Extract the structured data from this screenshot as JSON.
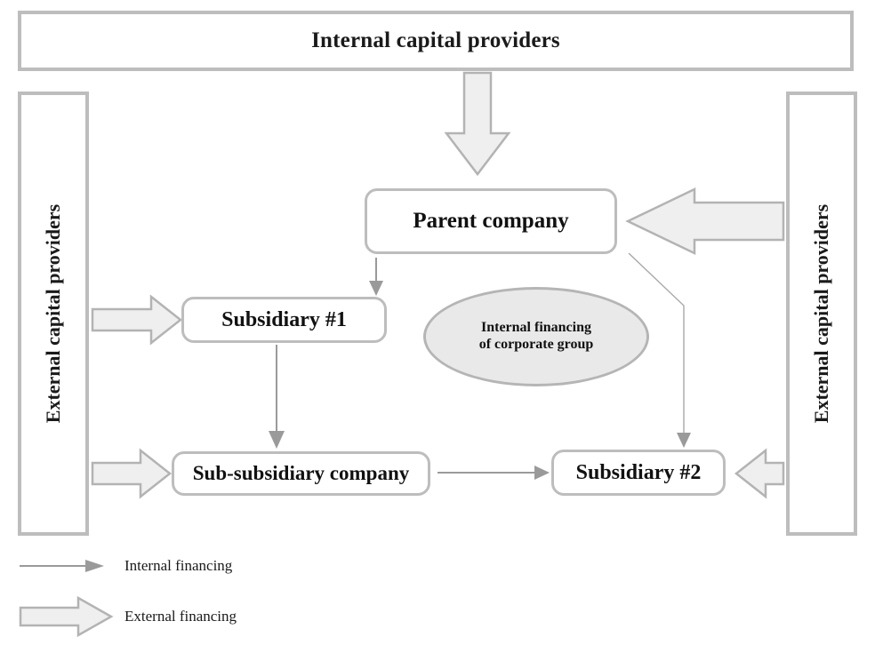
{
  "diagram": {
    "title": "Internal financing of corporate group",
    "banner": {
      "label": "Internal capital providers"
    },
    "panels": {
      "left_label": "External capital providers",
      "right_label": "External capital providers"
    },
    "nodes": [
      {
        "id": "parent",
        "label": "Parent company"
      },
      {
        "id": "sub1",
        "label": "Subsidiary #1"
      },
      {
        "id": "subsub",
        "label": "Sub-subsidiary company"
      },
      {
        "id": "sub2",
        "label": "Subsidiary #2"
      }
    ],
    "ellipse": {
      "line1": "Internal financing",
      "line2": "of corporate group"
    },
    "legend": {
      "internal_label": "Internal financing",
      "external_label": "External financing"
    },
    "colors": {
      "frame_border": "#bdbdbd",
      "node_border": "#bdbdbd",
      "block_arrow_fill": "#efefef",
      "block_arrow_stroke": "#b3b3b3",
      "thin_arrow": "#9a9a9a",
      "ellipse_fill": "#e9e9e9",
      "text": "#111111",
      "background": "#ffffff"
    }
  }
}
